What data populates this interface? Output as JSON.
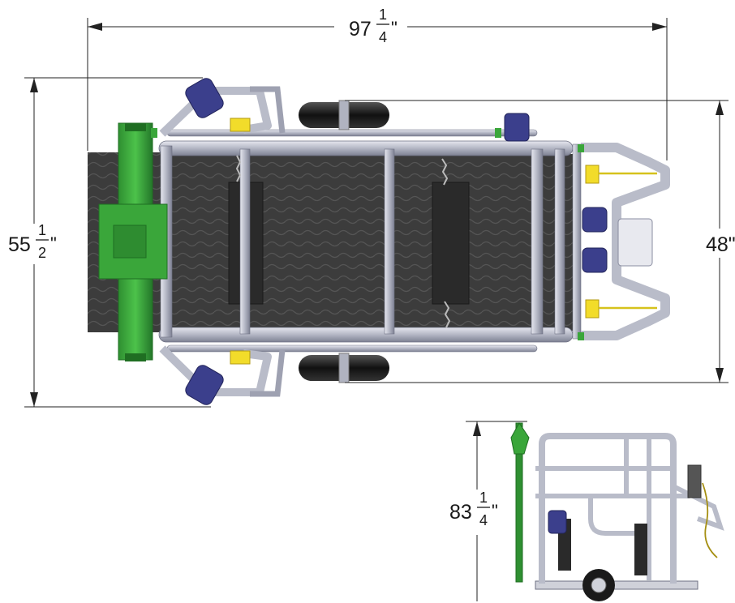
{
  "dimensions": {
    "overall_length": {
      "whole": "97",
      "numerator": "1",
      "denominator": "4",
      "unit": "\""
    },
    "overall_width": {
      "whole": "55",
      "numerator": "1",
      "denominator": "2",
      "unit": "\""
    },
    "inner_width": {
      "text": "48\""
    },
    "overall_height": {
      "whole": "83",
      "numerator": "1",
      "denominator": "4",
      "unit": "\""
    }
  },
  "colors": {
    "frame": "#b9bcc9",
    "frame_dark": "#7d8092",
    "deck": "#3b3b3b",
    "green": "#3aa63a",
    "green_dark": "#1f6e22",
    "blue_motor": "#3b3f8c",
    "spring": "#f2dc2a",
    "tire": "#222222",
    "dim_line": "#222222"
  }
}
